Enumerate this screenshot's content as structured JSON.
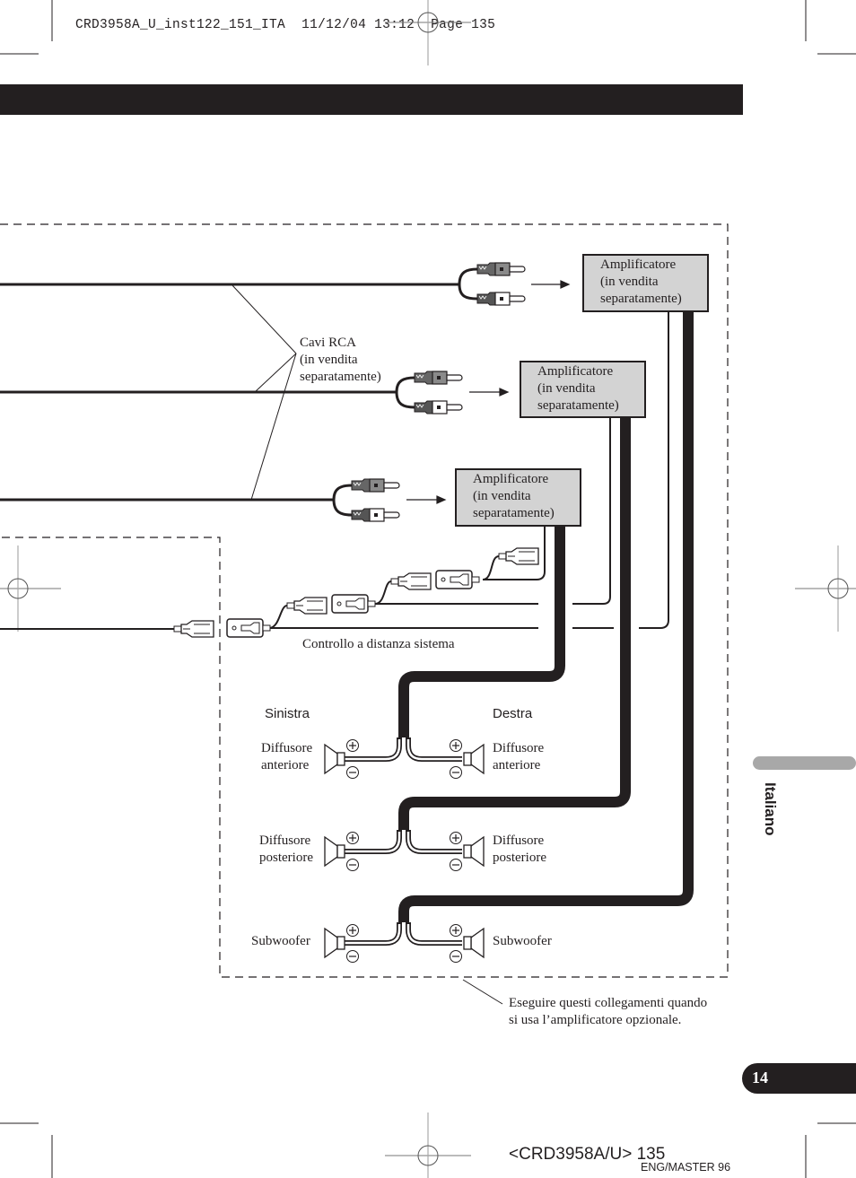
{
  "print_header": {
    "file": "CRD3958A_U_inst122_151_ITA",
    "date": "11/12/04",
    "time": "13:12",
    "page_label": "Page",
    "page": "135"
  },
  "diagram": {
    "rca_cables_label": [
      "Cavi RCA",
      "(in vendita",
      "separatamente)"
    ],
    "amplifiers": [
      {
        "lines": [
          "Amplificatore",
          "(in vendita",
          "separatamente)"
        ]
      },
      {
        "lines": [
          "Amplificatore",
          "(in vendita",
          "separatamente)"
        ]
      },
      {
        "lines": [
          "Amplificatore",
          "(in vendita",
          "separatamente)"
        ]
      }
    ],
    "remote_label": "Controllo a distanza sistema",
    "left_label": "Sinistra",
    "right_label": "Destra",
    "speakers": [
      {
        "left": [
          "Diffusore",
          "anteriore"
        ],
        "right": [
          "Diffusore",
          "anteriore"
        ]
      },
      {
        "left": [
          "Diffusore",
          "posteriore"
        ],
        "right": [
          "Diffusore",
          "posteriore"
        ]
      },
      {
        "left": [
          "Subwoofer"
        ],
        "right": [
          "Subwoofer"
        ]
      }
    ],
    "polarity": {
      "plus": "+",
      "minus": "−"
    },
    "note": [
      "Eseguire questi collegamenti quando",
      "si usa l’amplificatore opzionale."
    ]
  },
  "side_tab": {
    "language": "Italiano"
  },
  "page_number": "14",
  "footer": {
    "code": "<CRD3958A/U> 135",
    "master": "ENG/MASTER 96"
  }
}
